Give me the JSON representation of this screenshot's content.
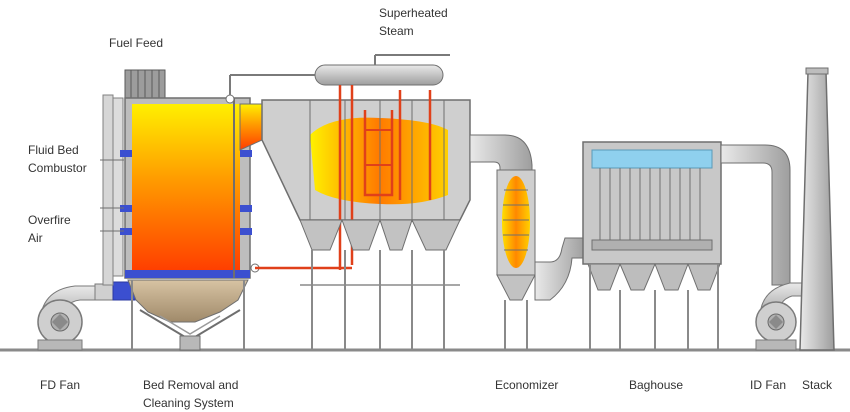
{
  "labels": {
    "fuel_feed": "Fuel Feed",
    "superheated_steam_line1": "Superheated",
    "superheated_steam_line2": "Steam",
    "fluid_bed_line1": "Fluid Bed",
    "fluid_bed_line2": "Combustor",
    "overfire_line1": "Overfire",
    "overfire_line2": "Air",
    "fd_fan": "FD Fan",
    "bed_removal_line1": "Bed Removal and",
    "bed_removal_line2": "Cleaning System",
    "economizer": "Economizer",
    "baghouse": "Baghouse",
    "id_fan": "ID Fan",
    "stack": "Stack"
  },
  "colors": {
    "steel": "#c8c8c8",
    "steel_dark": "#9a9a9a",
    "outline": "#6f6f6f",
    "fire_hot": "#ff3b00",
    "fire_mid": "#ff9a00",
    "fire_cool": "#fff000",
    "steam_pipe": "#e0401a",
    "injector": "#3b4fd0",
    "bag_blue": "#8fd0ee"
  }
}
